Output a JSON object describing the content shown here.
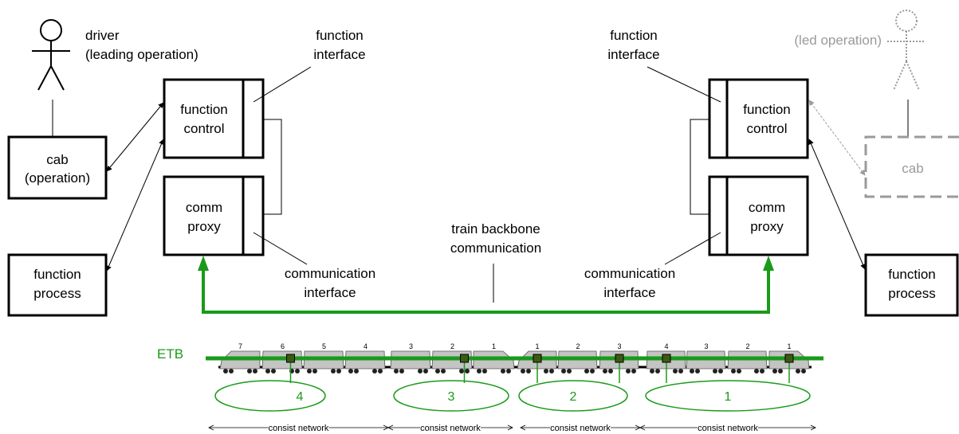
{
  "left": {
    "actor": {
      "line1": "driver",
      "line2": "(leading operation)"
    },
    "cab": {
      "line1": "cab",
      "line2": "(operation)"
    },
    "process": {
      "line1": "function",
      "line2": "process"
    },
    "control": {
      "line1": "function",
      "line2": "control"
    },
    "proxy": {
      "line1": "comm",
      "line2": "proxy"
    },
    "function_interface": {
      "line1": "function",
      "line2": "interface"
    },
    "communication_interface": {
      "line1": "communication",
      "line2": "interface"
    }
  },
  "right": {
    "actor": {
      "line1": "(led operation)"
    },
    "cab": {
      "line1": "cab"
    },
    "process": {
      "line1": "function",
      "line2": "process"
    },
    "control": {
      "line1": "function",
      "line2": "control"
    },
    "proxy": {
      "line1": "comm",
      "line2": "proxy"
    },
    "function_interface": {
      "line1": "function",
      "line2": "interface"
    },
    "communication_interface": {
      "line1": "communication",
      "line2": "interface"
    }
  },
  "backbone": {
    "line1": "train backbone",
    "line2": "communication"
  },
  "etb": {
    "label": "ETB"
  },
  "consists": [
    {
      "network": "4",
      "car_numbers": [
        "7",
        "6",
        "5",
        "4"
      ],
      "caption": "consist network"
    },
    {
      "network": "3",
      "car_numbers": [
        "3",
        "2",
        "1"
      ],
      "caption": "consist network"
    },
    {
      "network": "2",
      "car_numbers": [
        "1",
        "2",
        "3"
      ],
      "caption": "consist network"
    },
    {
      "network": "1",
      "car_numbers": [
        "4",
        "3",
        "2",
        "1"
      ],
      "caption": "consist network"
    }
  ],
  "colors": {
    "green": "#1a9a1a",
    "node": "#3d5a14",
    "car": "#c4c4c4",
    "grey": "#9a9a9a",
    "black": "#000000"
  }
}
